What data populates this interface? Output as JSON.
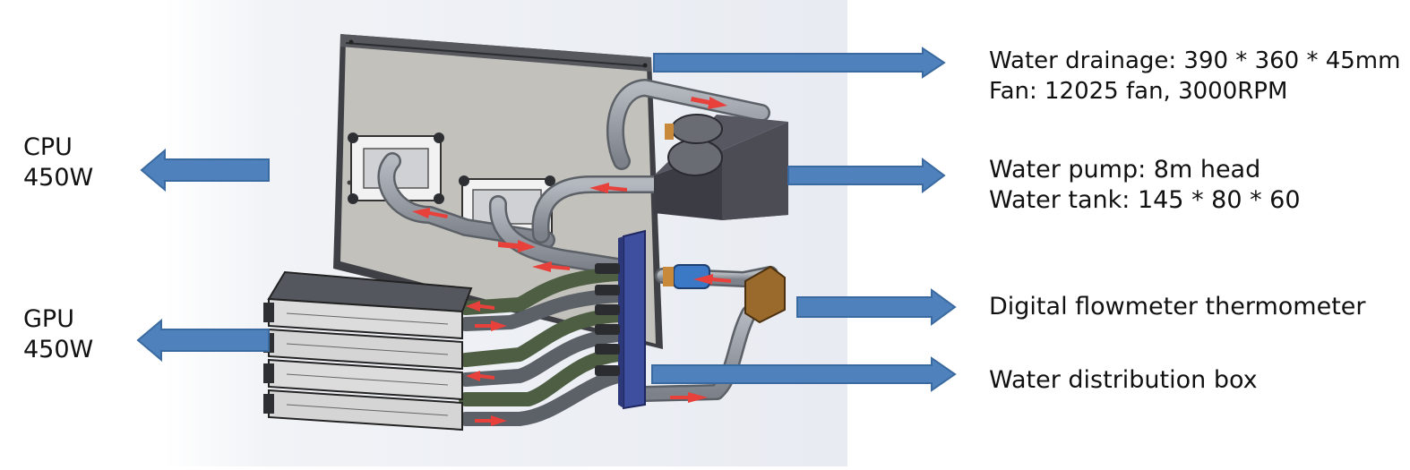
{
  "colors": {
    "arrow_fill": "#4f81bd",
    "arrow_stroke": "#3a6a9f",
    "backdrop": "#eef0f4",
    "radiator_panel": "#c3c1bb",
    "panel_frame": "#4a4c52",
    "block_dark": "#3c3d44",
    "tube": "#8f939a",
    "tube_green": "#4e5e43",
    "manifold": "#3f4fa0",
    "flow_arrow": "#e8413c",
    "flowmeter": "#9a6a2c",
    "fitting_blue": "#3b78c5",
    "fitting_orange": "#c88a3a",
    "gpu_body": "#5a5c64",
    "gpu_plate": "#d9d9d9"
  },
  "icons": [
    "left-arrow-icon",
    "right-arrow-icon",
    "flow-arrow-icon"
  ],
  "labels": {
    "cpu": {
      "line1": "CPU",
      "line2": "450W"
    },
    "gpu": {
      "line1": "GPU",
      "line2": "450W"
    },
    "radiator": {
      "line1": "Water drainage: 390 * 360 * 45mm",
      "line2": "Fan: 12025 fan, 3000RPM"
    },
    "pump": {
      "line1": "Water pump: 8m head",
      "line2": "Water tank: 145 * 80 * 60"
    },
    "flowmeter": {
      "line1": "Digital flowmeter thermometer"
    },
    "distribution": {
      "line1": "Water distribution box"
    }
  }
}
